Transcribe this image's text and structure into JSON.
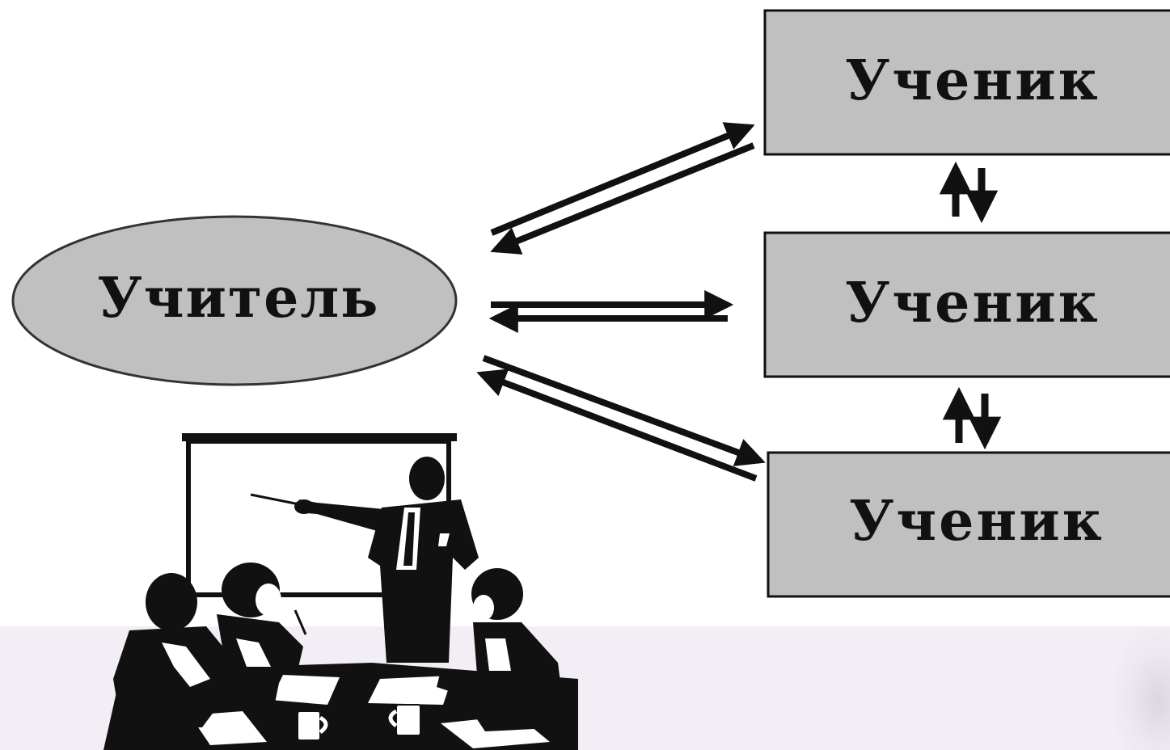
{
  "diagram": {
    "teacher": {
      "label": "Учитель"
    },
    "students": [
      {
        "label": "Ученик"
      },
      {
        "label": "Ученик"
      },
      {
        "label": "Ученик"
      }
    ]
  },
  "colors": {
    "node_fill": "#c0c0c0",
    "stroke": "#111111",
    "bottom_band": "#f3eef5"
  },
  "illustration": {
    "icon": "classroom-presentation-clipart"
  }
}
